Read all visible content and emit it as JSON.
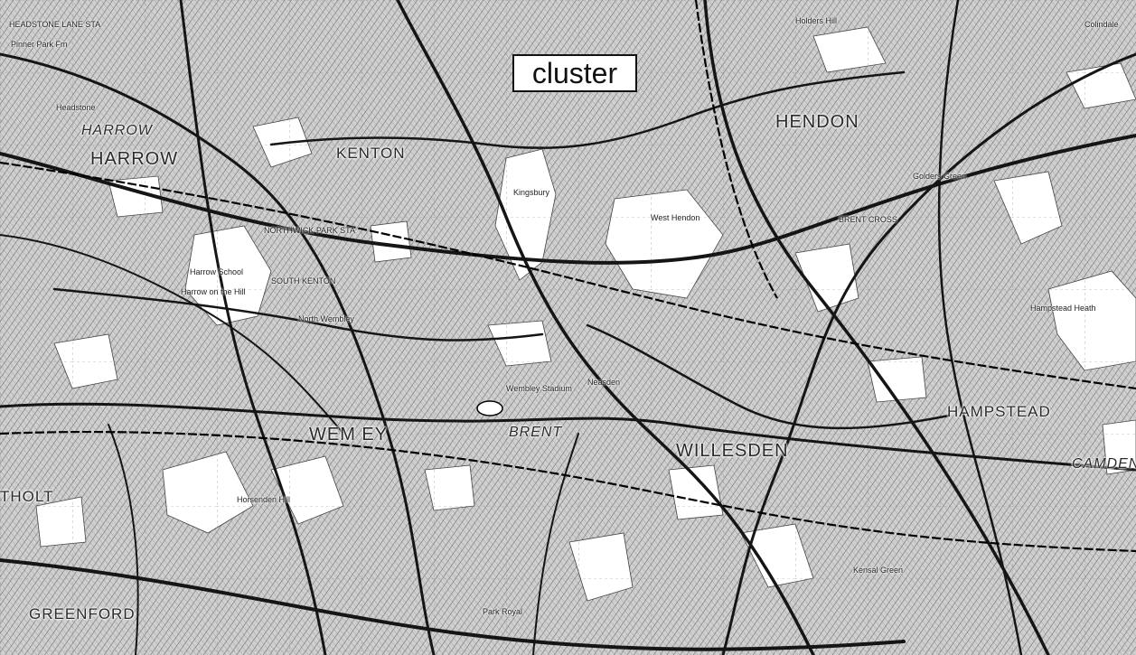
{
  "map": {
    "type": "black-and-white topographic street map",
    "callout": "cluster",
    "places": {
      "harrow": "HARROW",
      "harrow_italic": "HARROW",
      "kenton": "KENTON",
      "hendon": "HENDON",
      "wembley": "WEM   EY",
      "brent": "BRENT",
      "willesden": "WILLESDEN",
      "hampstead": "HAMPSTEAD",
      "camden": "CAMDEN",
      "greenford": "GREENFORD",
      "northolt": "THOLT"
    },
    "minor_labels": {
      "headstone_lane": "HEADSTONE LANE STA",
      "pinner_park": "Pinner Park Fm",
      "headstone": "Headstone",
      "kingsbury": "Kingsbury",
      "west_hendon": "West Hendon",
      "harrow_school": "Harrow School",
      "harrow_on_the_hill": "Harrow on the Hill",
      "north_wembley": "North Wembley",
      "hampstead_heath": "Hampstead Heath",
      "holders_hill": "Holders Hill",
      "colindale": "Colindale",
      "golders_green": "Golders Green",
      "wembley_stadium": "Wembley Stadium",
      "neasden": "Neasden",
      "kensal_green": "Kensal Green",
      "park_royal": "Park Royal",
      "horsenden_hill": "Horsenden Hill",
      "northwick_park": "NORTHWICK PARK STA",
      "brent_cross": "BRENT CROSS",
      "south_kenton": "SOUTH KENTON"
    },
    "colors": {
      "paper": "#d4d4d4",
      "open_space": "#ffffff",
      "roads": "#1a1a1a",
      "streets": "#555555"
    }
  }
}
